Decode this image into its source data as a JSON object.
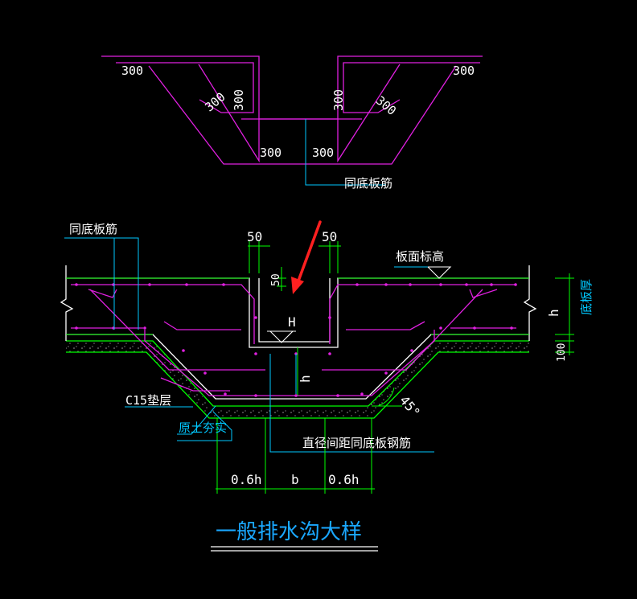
{
  "colors": {
    "background": "#000000",
    "rebar": "#e020e0",
    "concrete": "#ffffff",
    "cushion": "#00ff00",
    "leader": "#00c8ff",
    "dim": "#00ff00",
    "arrow": "#ff2020"
  },
  "top_detail": {
    "dims": [
      "300",
      "300",
      "300",
      "300",
      "300",
      "300",
      "300",
      "300"
    ],
    "label_same_bottom": "同底板筋"
  },
  "section": {
    "label_same_bottom": "同底板筋",
    "dim_50_left": "50",
    "dim_50_right": "50",
    "dim_50_vert": "50",
    "label_slab_top": "板面标高",
    "label_H": "H",
    "label_h_inner": "h",
    "label_h_right": "h",
    "label_slab_thick": "底板厚",
    "label_100": "100",
    "label_c15": "C15垫层",
    "label_soil": "原土夯实",
    "label_angle": "45°",
    "label_rebar_note": "直径间距同底板钢筋",
    "dim_06h_left": "0.6h",
    "dim_b": "b",
    "dim_06h_right": "0.6h"
  },
  "title": "一般排水沟大样"
}
